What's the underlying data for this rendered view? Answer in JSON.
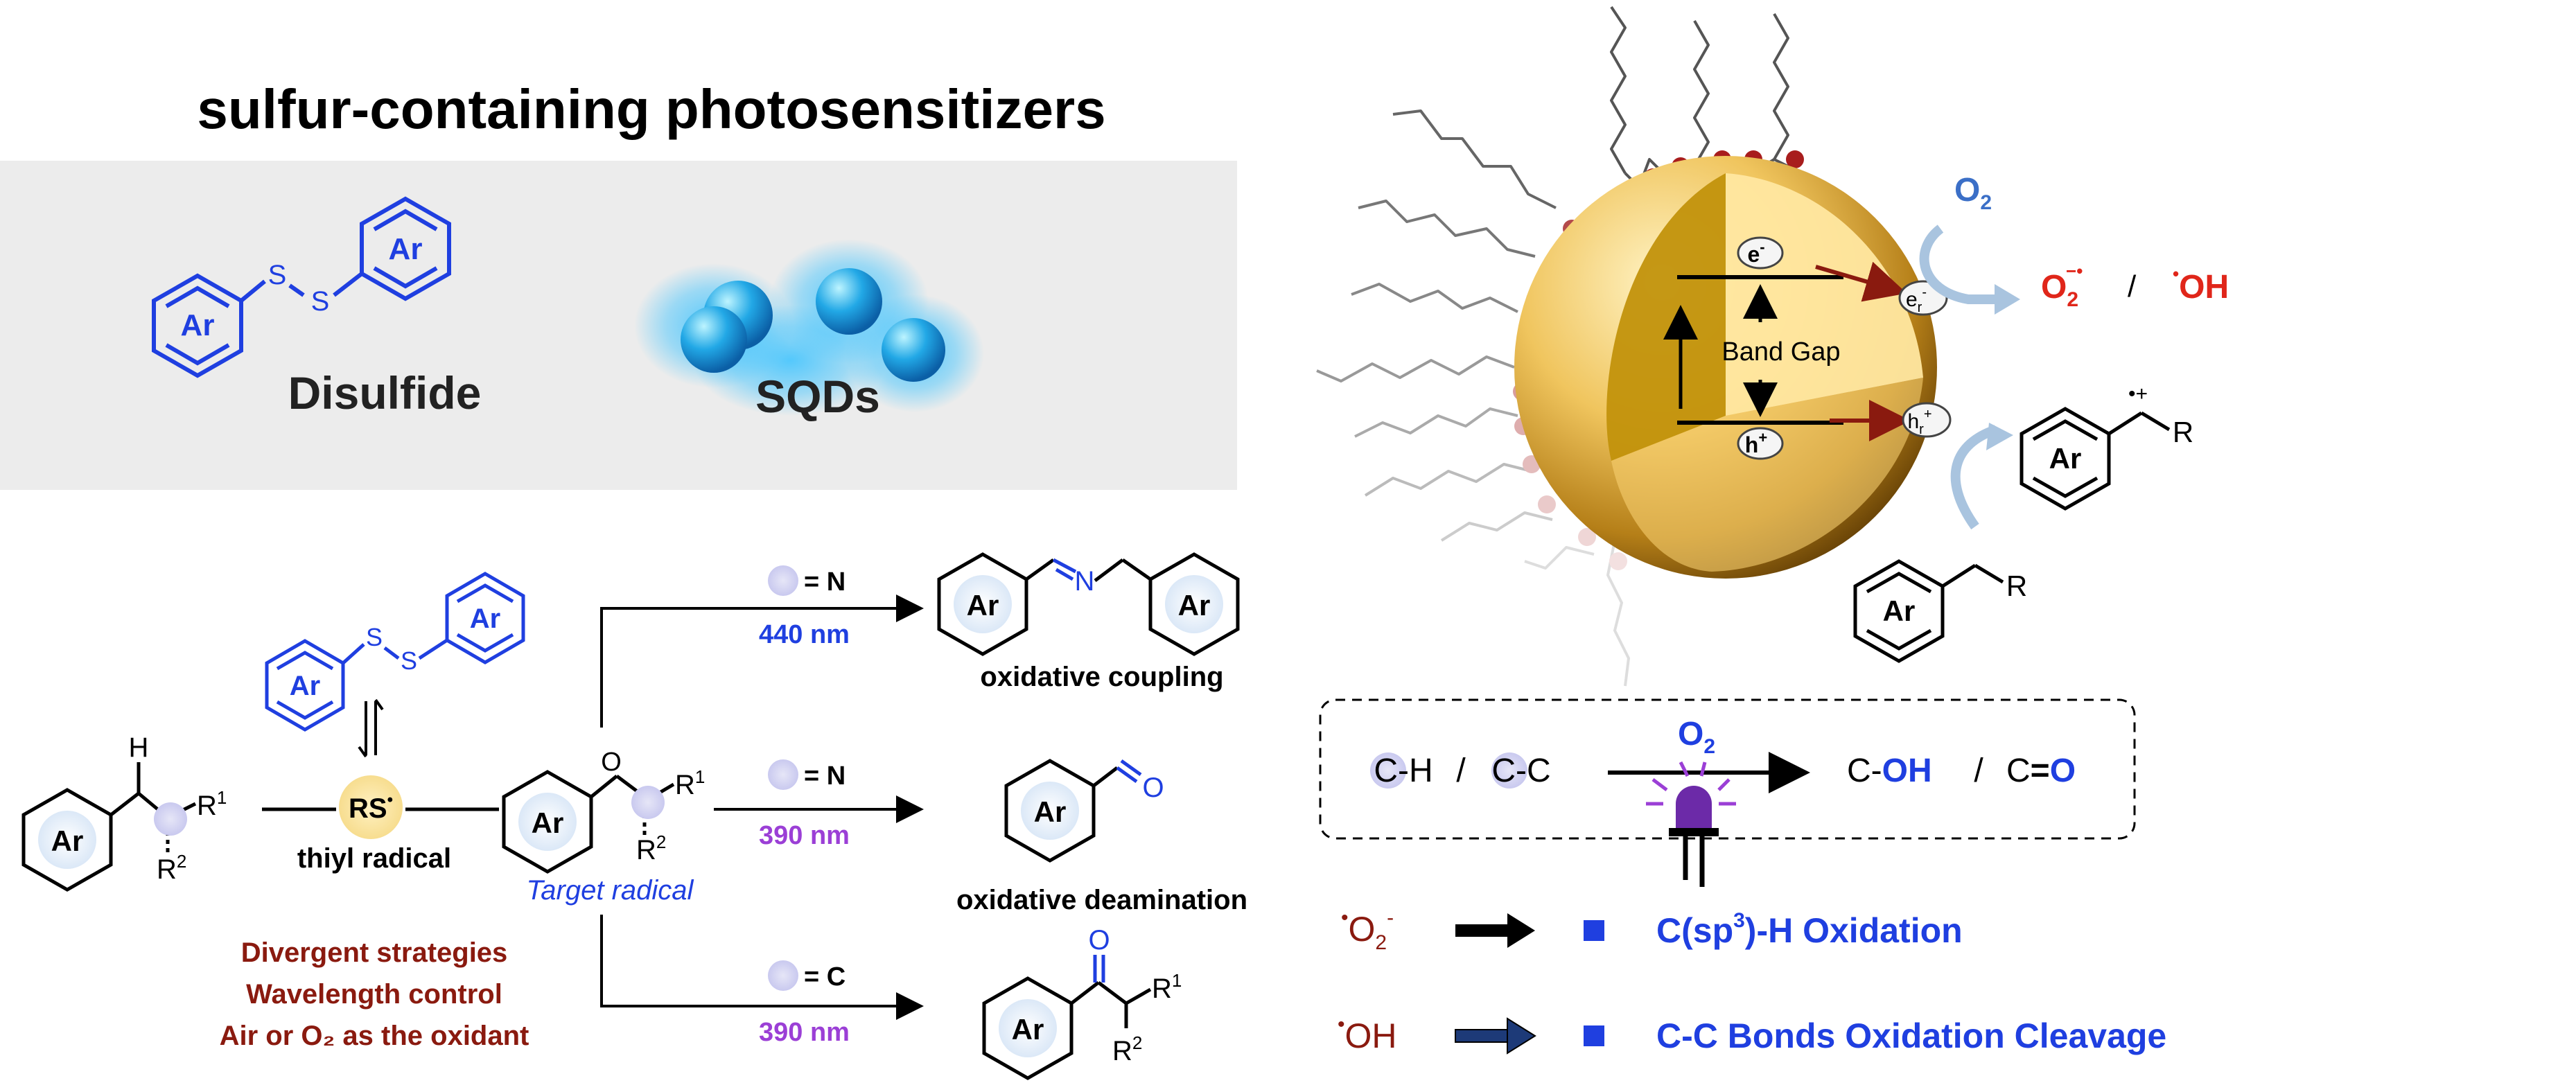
{
  "title": "sulfur-containing photosensitizers",
  "panel": {
    "disulfide_label": "Disulfide",
    "sqds_label": "SQDs",
    "ar": "Ar",
    "s": "S"
  },
  "scheme": {
    "ar": "Ar",
    "h": "H",
    "r1": "R",
    "r1_sup": "1",
    "r2": "R",
    "r2_sup": "2",
    "rs": "RS",
    "rs_dot": "•",
    "thiyl_label": "thiyl radical",
    "target_label": "Target radical",
    "o_label": "O",
    "n_label": "N",
    "s": "S",
    "branches": [
      {
        "eq": "= N",
        "wavelength": "440 nm",
        "product_label": "oxidative coupling"
      },
      {
        "eq": "= N",
        "wavelength": "390 nm",
        "product_label": "oxidative deamination"
      },
      {
        "eq": "= C",
        "wavelength": "390 nm",
        "product_label": ""
      }
    ],
    "notes": [
      "Divergent strategies",
      "Wavelength control",
      "Air or O₂ as the oxidant"
    ]
  },
  "qd": {
    "electron": "e",
    "electron_sup": "-",
    "hole": "h",
    "hole_sup": "+",
    "band_gap": "Band Gap",
    "er": "e",
    "er_sub": "r",
    "er_sup": "-",
    "hr": "h",
    "hr_sub": "r",
    "hr_sup": "+",
    "o2": "O",
    "o2_sub": "2",
    "superoxide": "O",
    "superoxide_sub": "2",
    "superoxide_sup": "−•",
    "slash": "/",
    "hydroxyl": "OH",
    "hydroxyl_dot": "•",
    "radical_sup": "•+",
    "r": "R",
    "ar": "Ar"
  },
  "reaction_box": {
    "ch": "C-H",
    "slash": "/",
    "cc": "C-C",
    "o2": "O",
    "o2_sub": "2",
    "c": "C-",
    "oh": "OH",
    "co_c": "C",
    "co_eq": "=",
    "co_o": "O"
  },
  "legend": [
    {
      "species": "O",
      "species_sub": "2",
      "species_sup": "-",
      "text_a": "C(sp",
      "text_sup": "3",
      "text_b": ")-H Oxidation"
    },
    {
      "species": "OH",
      "species_sub": "",
      "species_sup": "",
      "text_a": "C-C Bonds Oxidation Cleavage",
      "text_sup": "",
      "text_b": ""
    }
  ],
  "colors": {
    "blue": "#1f3fe0",
    "purple": "#9b3fd6",
    "darkred": "#8a1a0f",
    "red": "#e0261a",
    "gold": "#e9b74a",
    "gray_panel": "#ececec",
    "ligand_red": "#a81d1d",
    "arrow_lightblue": "#a9c4df",
    "bulb_purple": "#6c2aa8"
  }
}
